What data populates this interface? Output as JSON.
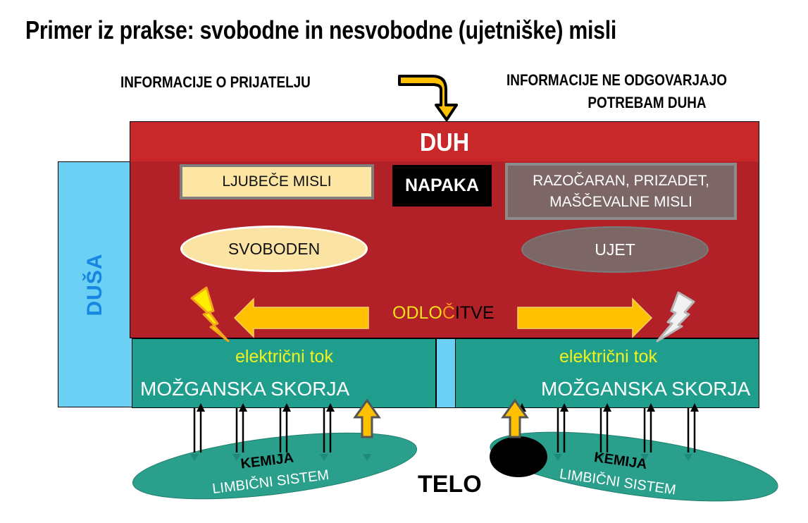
{
  "title": "Primer iz prakse: svobodne in nesvobodne (ujetniške) misli",
  "header": {
    "info_left": "INFORMACIJE O PRIJATELJU",
    "info_right_line1": "INFORMACIJE NE ODGOVARJAJO",
    "info_right_line2": "POTREBAM DUHA"
  },
  "duh": {
    "label": "DUH"
  },
  "dusa": {
    "label": "DUŠA"
  },
  "boxes": {
    "loving_thoughts": "LJUBEČE MISLI",
    "error": "NAPAKA",
    "negative_line1": "RAZOČARAN, PRIZADET,",
    "negative_line2": "MAŠČEVALNE MISLI"
  },
  "states": {
    "free": "SVOBODEN",
    "caught": "UJET"
  },
  "decisions": {
    "part1": "ODLO",
    "part2": "Č",
    "part3": "ITVE"
  },
  "cortex": {
    "left": {
      "current": "električni tok",
      "label": "MOŽGANSKA SKORJA"
    },
    "right": {
      "current": "električni tok",
      "label": "MOŽGANSKA SKORJA"
    }
  },
  "limbic": {
    "left": {
      "chem": "KEMIJA",
      "label": "LIMBIČNI SISTEM"
    },
    "right": {
      "chem": "KEMIJA",
      "label": "LIMBIČNI SISTEM"
    }
  },
  "body": {
    "label": "TELO"
  },
  "colors": {
    "duh_red": "#c8282a",
    "duh_body": "#b22128",
    "dusa_blue": "#6cd0f5",
    "cortex_teal": "#1f9e8e",
    "arrow_yellow": "#ffc000",
    "text_yellow": "#f2f21c"
  }
}
